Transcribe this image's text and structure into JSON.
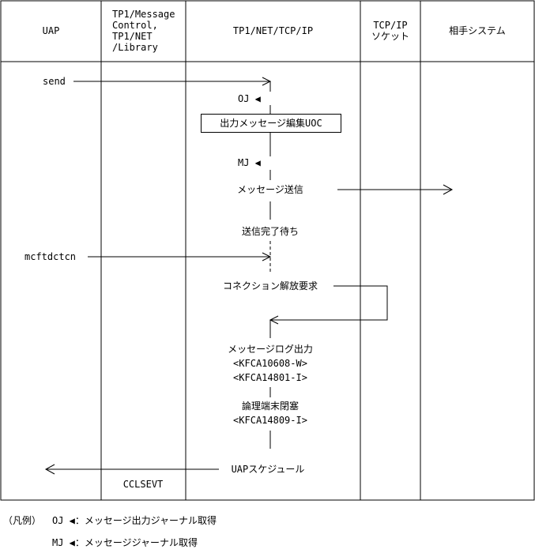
{
  "columns": {
    "uap": "UAP",
    "tp1_message": [
      "TP1/Message",
      "Control,",
      "TP1/NET",
      "/Library"
    ],
    "tp1_net_tcp": "TP1/NET/TCP/IP",
    "tcpip_socket": [
      "TCP/IP",
      "ソケット"
    ],
    "partner": "相手システム"
  },
  "flow": {
    "send": "send",
    "oj_label": "OJ ◀",
    "uoc_box": "出力メッセージ編集UOC",
    "mj_label": "MJ ◀",
    "msg_send": "メッセージ送信",
    "wait_send": "送信完了待ち",
    "mcftdctcn": "mcftdctcn",
    "conn_release": "コネクション解放要求",
    "log_output": "メッセージログ出力",
    "log_code1": "<KFCA10608-W>",
    "log_code2": "<KFCA14801-I>",
    "logical_close": "論理端末閉塞",
    "close_code": "<KFCA14809-I>",
    "uap_schedule": "UAPスケジュール",
    "cclsevt": "CCLSEVT"
  },
  "legend": {
    "prefix": "（凡例）",
    "oj_line": "OJ ◀：メッセージ出力ジャーナル取得",
    "mj_line": "MJ ◀：メッセージジャーナル取得"
  }
}
